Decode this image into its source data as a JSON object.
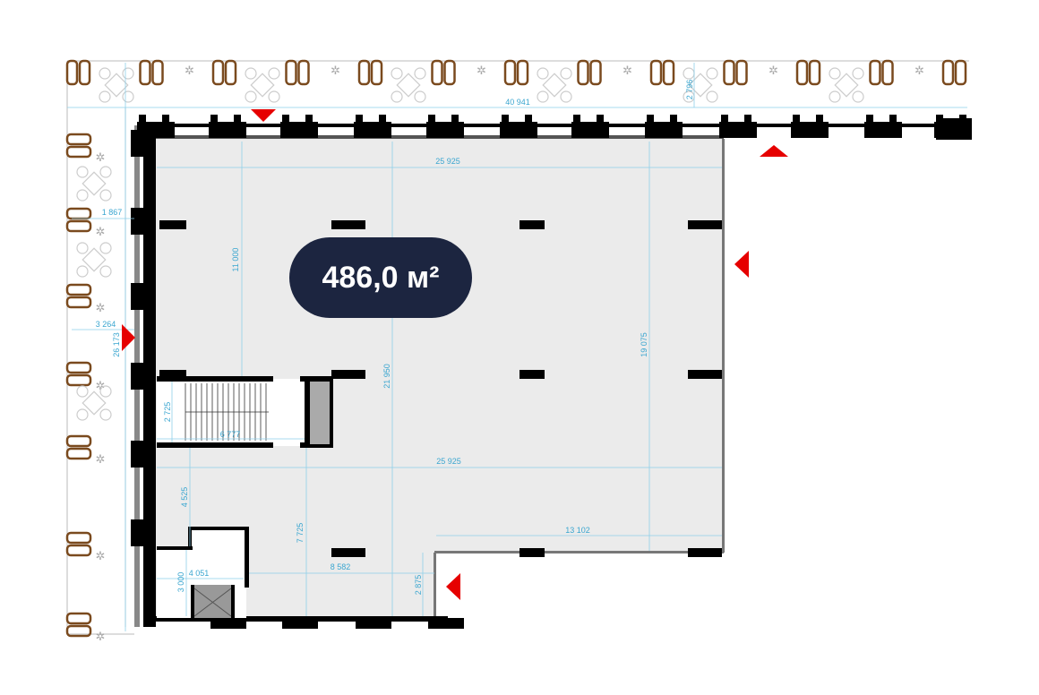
{
  "area_badge": {
    "label": "486,0 м²"
  },
  "colors": {
    "badge": "#1c2540",
    "floor": "#ebebeb",
    "wall": "#000000",
    "dimension": "#3aa6d0",
    "entrance": "#e60000",
    "furniture": "#7a4a1e"
  },
  "dimensions": [
    {
      "id": "top-terrace-length",
      "text": "40 941"
    },
    {
      "id": "top-terrace-depth",
      "text": "2 796"
    },
    {
      "id": "room-width-top",
      "text": "25 925"
    },
    {
      "id": "left-terrace-small",
      "text": "1 867"
    },
    {
      "id": "room-depth-upper",
      "text": "11 000"
    },
    {
      "id": "left-terrace-width",
      "text": "3 264"
    },
    {
      "id": "left-terrace-length",
      "text": "26 173"
    },
    {
      "id": "room-depth-total",
      "text": "21 950"
    },
    {
      "id": "room-depth-right",
      "text": "19 075"
    },
    {
      "id": "stair-depth",
      "text": "2 725"
    },
    {
      "id": "stair-width",
      "text": "6 777"
    },
    {
      "id": "room-width-middle",
      "text": "25 925"
    },
    {
      "id": "lower-left-depth",
      "text": "4 525"
    },
    {
      "id": "lower-depth",
      "text": "7 725"
    },
    {
      "id": "right-step-width",
      "text": "13 102"
    },
    {
      "id": "utility-width",
      "text": "4 051"
    },
    {
      "id": "lower-width",
      "text": "8 582"
    },
    {
      "id": "utility-depth",
      "text": "3 000"
    },
    {
      "id": "step-depth",
      "text": "2 875"
    }
  ],
  "icons": {
    "entrance": "entrance-arrow-icon",
    "sofa": "sofa-icon",
    "table": "table-set-icon",
    "plant": "plant-icon",
    "elevator": "elevator-icon",
    "stairs": "stairs-icon"
  }
}
